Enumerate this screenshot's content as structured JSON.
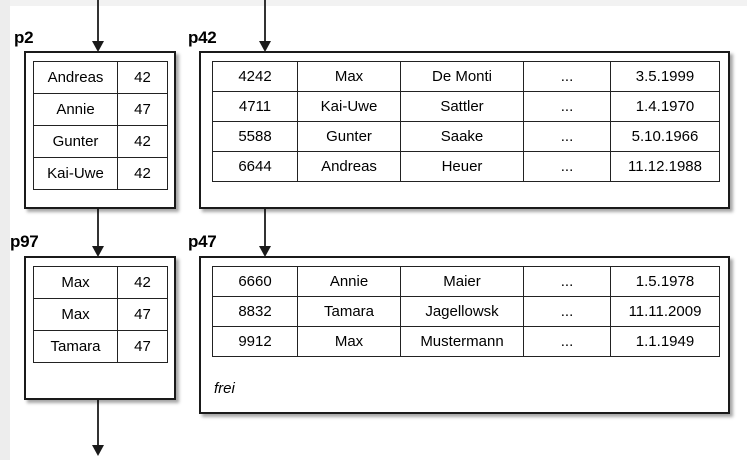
{
  "diagram": {
    "title": "hash-partitioned pages with directory arrows",
    "colors": {
      "box_border": "#1a1a1a",
      "cell_border": "#222222",
      "background": "#ffffff",
      "gutter": "#ededed",
      "arrow": "#333333"
    }
  },
  "pages": [
    {
      "id": "p2",
      "label": "p2",
      "kind": "index-page",
      "columns": 2,
      "rows": [
        {
          "name": "Andreas",
          "value": "42"
        },
        {
          "name": "Annie",
          "value": "47"
        },
        {
          "name": "Gunter",
          "value": "42"
        },
        {
          "name": "Kai-Uwe",
          "value": "42"
        }
      ]
    },
    {
      "id": "p97",
      "label": "p97",
      "kind": "index-page",
      "columns": 2,
      "rows": [
        {
          "name": "Max",
          "value": "42"
        },
        {
          "name": "Max",
          "value": "47"
        },
        {
          "name": "Tamara",
          "value": "47"
        }
      ]
    },
    {
      "id": "p42",
      "label": "p42",
      "kind": "data-page",
      "columns": 5,
      "rows": [
        {
          "id": "4242",
          "first": "Max",
          "last": "De Monti",
          "more": "...",
          "date": "3.5.1999"
        },
        {
          "id": "4711",
          "first": "Kai-Uwe",
          "last": "Sattler",
          "more": "...",
          "date": "1.4.1970"
        },
        {
          "id": "5588",
          "first": "Gunter",
          "last": "Saake",
          "more": "...",
          "date": "5.10.1966"
        },
        {
          "id": "6644",
          "first": "Andreas",
          "last": "Heuer",
          "more": "...",
          "date": "11.12.1988"
        }
      ],
      "free_label": null
    },
    {
      "id": "p47",
      "label": "p47",
      "kind": "data-page",
      "columns": 5,
      "rows": [
        {
          "id": "6660",
          "first": "Annie",
          "last": "Maier",
          "more": "...",
          "date": "1.5.1978"
        },
        {
          "id": "8832",
          "first": "Tamara",
          "last": "Jagellowsk",
          "more": "...",
          "date": "11.11.2009"
        },
        {
          "id": "9912",
          "first": "Max",
          "last": "Mustermann",
          "more": "...",
          "date": "1.1.1949"
        }
      ],
      "free_label": "frei"
    }
  ],
  "arrows": [
    {
      "name": "arrow-into-p2",
      "direction": "down"
    },
    {
      "name": "arrow-into-p42",
      "direction": "down"
    },
    {
      "name": "arrow-p2-to-p97",
      "direction": "down"
    },
    {
      "name": "arrow-into-p47",
      "direction": "down"
    },
    {
      "name": "arrow-out-of-p97",
      "direction": "down"
    }
  ]
}
